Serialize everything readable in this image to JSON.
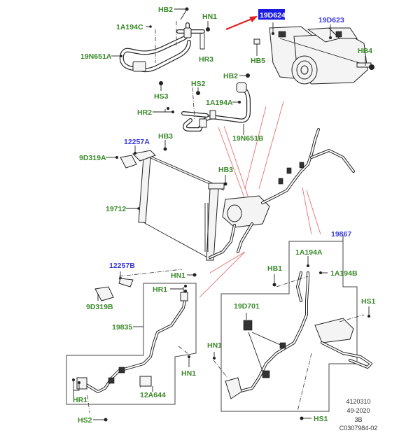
{
  "diagram": {
    "type": "exploded-parts-diagram",
    "subject": "Air conditioning compressor, condenser and refrigerant lines",
    "highlight_color": "#1a1ae0",
    "arrow_color": "#e02020",
    "label_green": "#3a8a2a",
    "label_blue": "#3a3ad8",
    "labels": {
      "hb2_top": "HB2",
      "hn1_top": "HN1",
      "a1194c": "1A194C",
      "n19n651a": "19N651A",
      "hr3": "HR3",
      "hs3": "HS3",
      "d19d624": "19D624",
      "d19d623": "19D623",
      "hb5": "HB5",
      "hb4": "HB4",
      "hb2_mid": "HB2",
      "hs2_mid": "HS2",
      "a1194a_mid": "1A194A",
      "hr2": "HR2",
      "n19n651b": "19N651B",
      "n12257a": "12257A",
      "hb3_left": "HB3",
      "d9d319a": "9D319A",
      "hb3_right": "HB3",
      "n19712": "19712",
      "n12257b": "12257B",
      "d9d319b": "9D319B",
      "hn1_left": "HN1",
      "hr1_upper": "HR1",
      "n19835": "19835",
      "hn1_lower_left": "HN1",
      "hr1_lower": "HR1",
      "a12a644": "12A644",
      "hs2_bottom": "HS2",
      "n19867": "19867",
      "a1194a_right": "1A194A",
      "hb1": "HB1",
      "a1194b": "1A194B",
      "hs1_right": "HS1",
      "d19d701": "19D701",
      "hn1_right": "HN1",
      "hs1_bottom": "HS1"
    },
    "reference": {
      "line1": "4120310",
      "line2": "49-2020",
      "line3": "3B",
      "line4": "C0307984-02"
    },
    "highlighted_part": "19D624"
  }
}
